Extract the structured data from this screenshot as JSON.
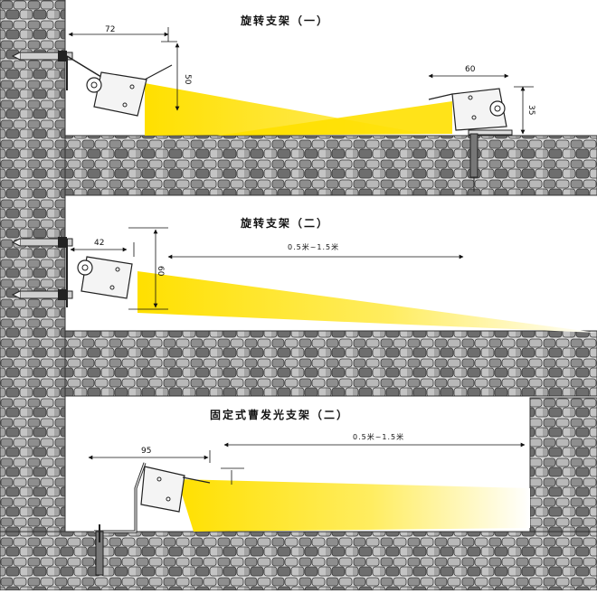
{
  "sections": [
    {
      "title": "旋转支架（一）",
      "dims": {
        "wall_offset": "72",
        "height": "50",
        "right_width": "60",
        "right_height": "35"
      }
    },
    {
      "title": "旋转支架（二）",
      "dims": {
        "wall_offset": "42",
        "height": "60",
        "range": "0.5米~1.5米"
      }
    },
    {
      "title": "固定式曹发光支架（二）",
      "dims": {
        "width": "95",
        "range": "0.5米~1.5米"
      }
    }
  ],
  "colors": {
    "stone_fill": "#8c8c8c",
    "stone_dark": "#5e5e5e",
    "stone_light": "#cfcfcf",
    "beam": "#ffe000",
    "fixture": "#f4f4f4",
    "line": "#222222"
  }
}
